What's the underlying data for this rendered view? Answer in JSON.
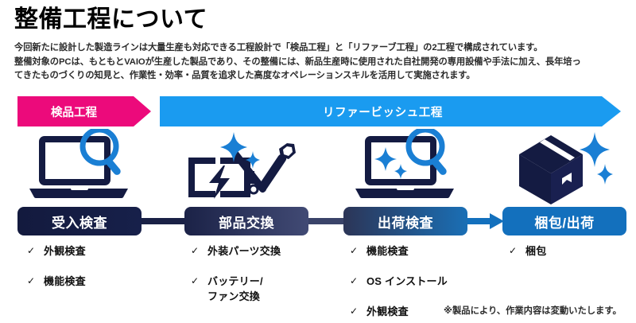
{
  "page_title": "整備工程について",
  "body_copy": [
    "今回新たに設計した製造ラインは大量生産も対応できる工程設計で「検品工程」と「リファーブ工程」の2工程で構成されています。",
    "整備対象のPCは、もともとVAIOが生産した製品であり、その整備には、新品生産時に使用された自社開発の専用設備や手法に加え、長年培っ",
    "てきたものづくりの知見と、作業性・効率・品質を追求した高度なオペレーションスキルを活用して実施されます。"
  ],
  "banners": [
    {
      "label": "検品工程",
      "color": "#ec0a7b",
      "name": "banner-inspection"
    },
    {
      "label": "リファービッシュ工程",
      "color": "#1a9bf0",
      "name": "banner-refurbish"
    }
  ],
  "steps": [
    {
      "label": "受入検査",
      "icon": "laptop-magnifier-icon",
      "checks": [
        "外観検査",
        "機能検査"
      ]
    },
    {
      "label": "部品交換",
      "icon": "battery-tools-icon",
      "checks": [
        "外装パーツ交換",
        "バッテリー/\nファン交換"
      ]
    },
    {
      "label": "出荷検査",
      "icon": "laptop-sparkle-magnifier-icon",
      "checks": [
        "機能検査",
        "OS インストール",
        "外観検査"
      ]
    },
    {
      "label": "梱包/出荷",
      "icon": "box-sparkle-icon",
      "checks": [
        "梱包"
      ]
    }
  ],
  "check_mark_glyph": "✓",
  "footnote": "※製品により、作業内容は変動いたします。",
  "colors": {
    "magenta": "#ec0a7b",
    "blue_banner": "#1a9bf0",
    "navy": "#131a3e",
    "blue_step": "#1370bd",
    "icon_navy": "#141b42",
    "icon_blue": "#1a7fd4",
    "text": "#111111"
  }
}
